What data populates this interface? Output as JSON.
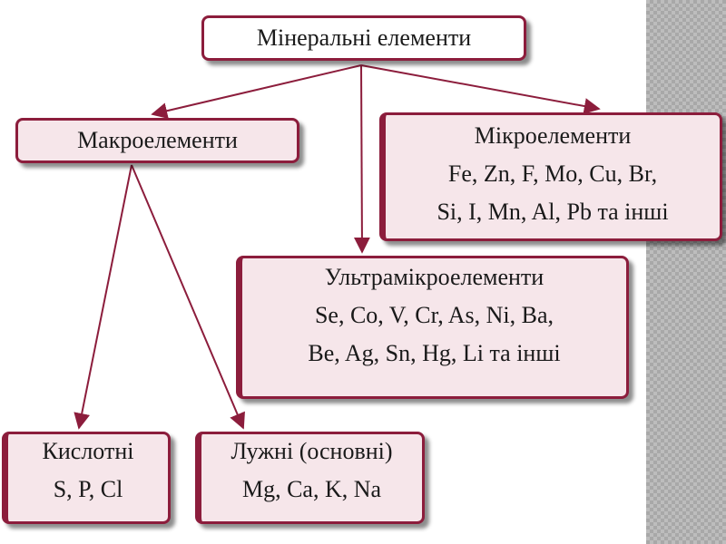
{
  "root": {
    "label": "Мінеральні елементи"
  },
  "macro": {
    "label": "Макроелементи"
  },
  "micro": {
    "label": "Мікроелементи",
    "line1": "Fe, Zn, F, Mo, Cu, Br,",
    "line2": "Si, I, Mn, Al, Pb та інші"
  },
  "ultra": {
    "label": "Ультрамікроелементи",
    "line1": "Se, Co, V, Cr, As, Ni, Ba,",
    "line2": "Be, Ag, Sn, Hg, Li та інші"
  },
  "acid": {
    "label": "Кислотні",
    "elements": "S, P, Cl"
  },
  "alkaline": {
    "label": "Лужні (основні)",
    "elements": "Mg, Ca, K, Na"
  },
  "colors": {
    "border": "#8c1d3c",
    "fill": "#f6e6ea",
    "arrow": "#8c1d3c"
  }
}
